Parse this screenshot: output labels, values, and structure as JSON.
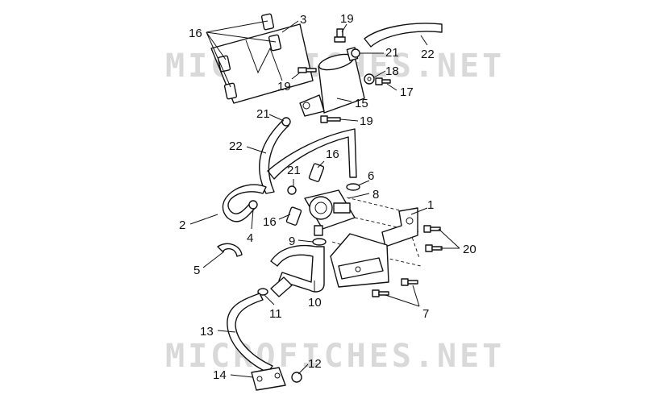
{
  "watermarks": [
    "MICROFICHES.NET",
    "MICROFICHES.NET"
  ],
  "colors": {
    "line": "#111111",
    "watermark": "#d9d9d9",
    "background": "#ffffff"
  },
  "callouts": {
    "c16a": "16",
    "c3": "3",
    "c19a": "19",
    "c22a": "22",
    "c21a": "21",
    "c19b": "19",
    "c18": "18",
    "c17": "17",
    "c15": "15",
    "c21b": "21",
    "c19c": "19",
    "c22b": "22",
    "c16b": "16",
    "c21c": "21",
    "c6": "6",
    "c8": "8",
    "c1": "1",
    "c2": "2",
    "c4": "4",
    "c16c": "16",
    "c9": "9",
    "c20": "20",
    "c5": "5",
    "c10": "10",
    "c11": "11",
    "c7": "7",
    "c13": "13",
    "c12": "12",
    "c14": "14"
  }
}
